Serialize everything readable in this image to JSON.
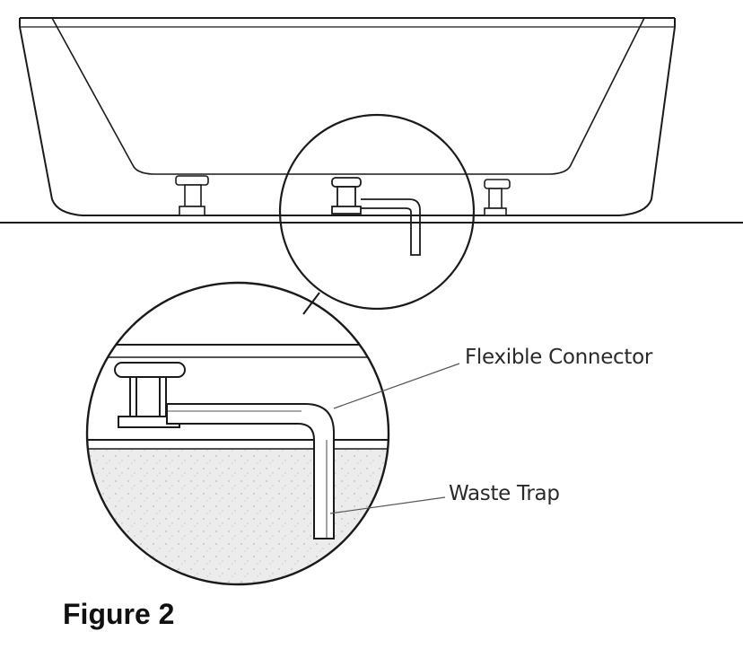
{
  "labels": {
    "flexible_connector": "Flexible Connector",
    "waste_trap": "Waste Trap"
  },
  "caption": "Figure 2",
  "colors": {
    "line": "#1a1a1a",
    "floor_fill": "#e8e8e8"
  }
}
